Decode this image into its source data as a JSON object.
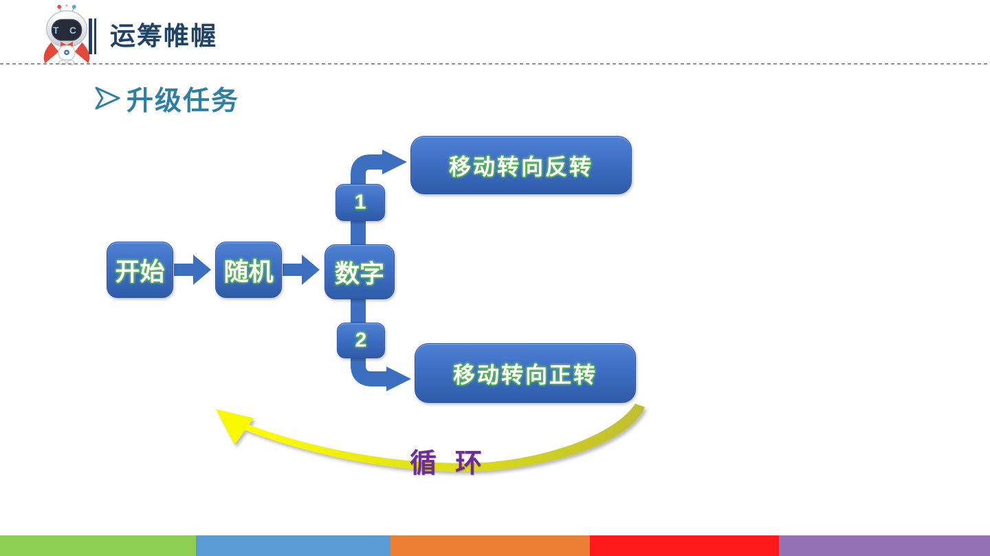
{
  "header": {
    "title": "运筹帷幄",
    "logo": "robot-mascot",
    "logo_face_text": "T C"
  },
  "section": {
    "heading": "升级任务",
    "bullet_icon": "arrow-bullet-icon"
  },
  "flowchart": {
    "start": "开始",
    "random": "随机",
    "number": "数字",
    "branch_top": "1",
    "branch_bottom": "2",
    "action_top": "移动转向反转",
    "action_bottom": "移动转向正转",
    "loop_label": "循 环"
  },
  "colors": {
    "title_text": "#1F4468",
    "section_heading_text": "#2E7FA4",
    "node_fill_top": "#4E81D2",
    "node_fill_bottom": "#2F5CA8",
    "connector_blue": "#3D6FC1",
    "node_text_glow": "#4FB347",
    "loop_text": "#6E2D92",
    "loop_arrow_bright": "#FFFF00",
    "loop_arrow_dark": "#BEBE32"
  },
  "footer_colors": [
    "#8DCE53",
    "#5B9BD5",
    "#EC7E33",
    "#FF1A1A",
    "#9571B5"
  ]
}
